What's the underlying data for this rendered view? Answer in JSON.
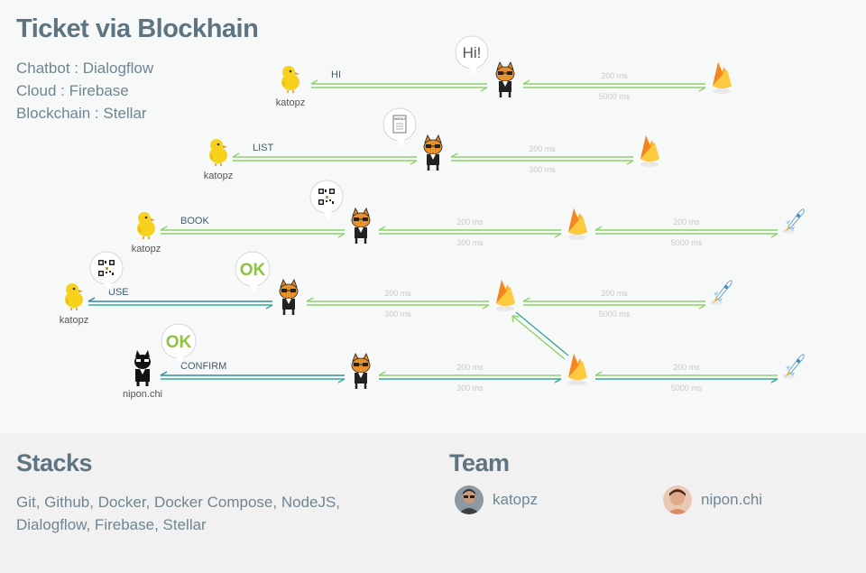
{
  "title": "Ticket via Blockhain",
  "info": [
    "Chatbot : Dialogflow",
    "Cloud : Firebase",
    "Blockchain : Stellar"
  ],
  "rows": [
    {
      "user": "katopz",
      "message": "HI",
      "bubble": "Hi!",
      "fb_top": "200 ms",
      "fb_bottom": "5000 ms"
    },
    {
      "user": "katopz",
      "message": "LIST",
      "bubble": "MENU",
      "fb_top": "200 ms",
      "fb_bottom": "300 ms"
    },
    {
      "user": "katopz",
      "message": "BOOK",
      "bubble": "qr",
      "fb_top": "200 ms",
      "fb_bottom": "300 ms",
      "st_top": "200 ms",
      "st_bottom": "5000 ms"
    },
    {
      "user": "katopz",
      "message": "USE",
      "bubble": "OK",
      "user_bubble": "qr",
      "fb_top": "200 ms",
      "fb_bottom": "300 ms",
      "st_top": "200 ms",
      "st_bottom": "5000 ms"
    },
    {
      "user": "nipon.chi",
      "message": "CONFIRM",
      "user_bubble": "OK",
      "fb_top": "200 ms",
      "fb_bottom": "300 ms",
      "st_top": "200 ms",
      "st_bottom": "5000 ms"
    }
  ],
  "stacks": {
    "heading": "Stacks",
    "text": "Git, Github, Docker, Docker Compose, NodeJS, Dialogflow, Firebase, Stellar"
  },
  "team": {
    "heading": "Team",
    "members": [
      {
        "name": "katopz"
      },
      {
        "name": "nipon.chi"
      }
    ]
  },
  "colors": {
    "green_arrow": "#8fd16a",
    "blue_arrow": "#2e8aa8",
    "teal_arrow": "#3aa79a",
    "title": "#5e7480",
    "text": "#6e8691",
    "ok": "#8cc43f"
  },
  "icons": [
    "chick-icon",
    "bot-cat-icon",
    "firebase-icon",
    "stellar-rocket-icon",
    "black-cat-icon",
    "speech-bubble-icon",
    "menu-card-icon",
    "qr-code-icon"
  ]
}
